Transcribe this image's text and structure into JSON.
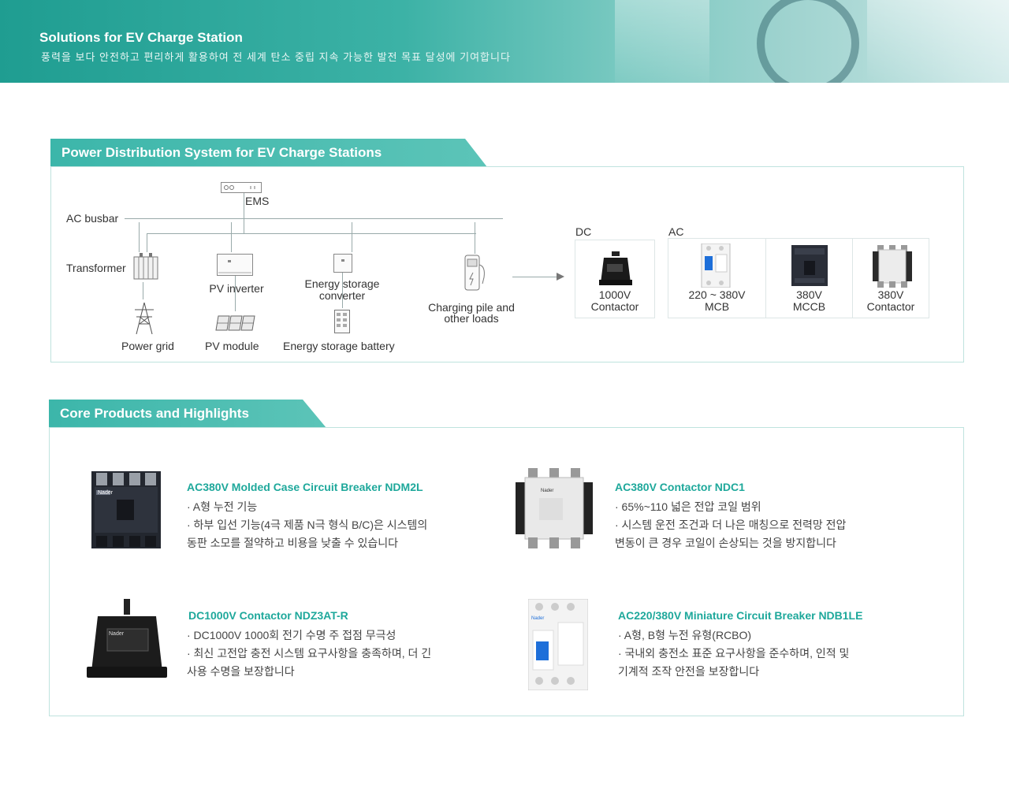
{
  "banner": {
    "title": "Solutions for EV Charge Station",
    "subtitle": "풍력을 보다 안전하고 편리하게 활용하여 전 세계 탄소 중립 지속 가능한 발전 목표 달성에 기여합니다"
  },
  "diagram": {
    "section_title": "Power Distribution System for EV Charge Stations",
    "labels": {
      "ems": "EMS",
      "ac_busbar": "AC busbar",
      "transformer": "Transformer",
      "pv_inverter": "PV inverter",
      "ess_converter_1": "Energy storage",
      "ess_converter_2": "converter",
      "charging_1": "Charging pile and",
      "charging_2": "other loads",
      "power_grid": "Power grid",
      "pv_module": "PV module",
      "ess_battery": "Energy storage battery"
    },
    "dc_label": "DC",
    "ac_label": "AC",
    "products": [
      {
        "line1": "1000V",
        "line2": "Contactor"
      },
      {
        "line1": "220 ~ 380V",
        "line2": "MCB"
      },
      {
        "line1": "380V",
        "line2": "MCCB"
      },
      {
        "line1": "380V",
        "line2": "Contactor"
      }
    ]
  },
  "core": {
    "section_title": "Core Products and Highlights",
    "items": [
      {
        "title": "AC380V Molded Case Circuit Breaker NDM2L",
        "lines": [
          "· A형 누전 기능",
          "· 하부 입선 기능(4극 제품 N극 형식 B/C)은 시스템의",
          "동판 소모를 절약하고 비용을 낮출 수 있습니다"
        ]
      },
      {
        "title": "AC380V Contactor NDC1",
        "lines": [
          "· 65%~110 넓은 전압 코일 범위",
          "· 시스템 운전 조건과 더 나은 매칭으로 전력망 전압",
          "변동이 큰 경우 코일이 손상되는 것을 방지합니다"
        ]
      },
      {
        "title": "DC1000V Contactor NDZ3AT-R",
        "lines": [
          "· DC1000V 1000회 전기 수명 주 접점 무극성",
          "· 최신 고전압 충전 시스템 요구사항을 충족하며, 더 긴",
          "사용 수명을 보장합니다"
        ]
      },
      {
        "title": "AC220/380V Miniature Circuit Breaker NDB1LE",
        "lines": [
          "· A형, B형 누전 유형(RCBO)",
          "· 국내외 충전소 표준 요구사항을 준수하며, 인적 및",
          "기계적 조작 안전을 보장합니다"
        ]
      }
    ],
    "brand": "Nader"
  }
}
